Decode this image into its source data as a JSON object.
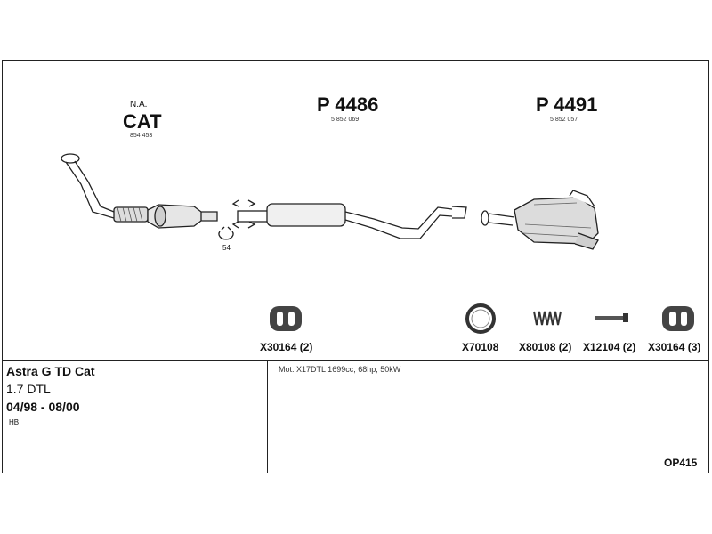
{
  "sections": [
    {
      "top": "N.A.",
      "code": "CAT",
      "number": "854 453"
    },
    {
      "code": "P 4486",
      "number": "5 852 069"
    },
    {
      "code": "P 4491",
      "number": "5 852 057"
    }
  ],
  "clamp_label": "54",
  "parts": [
    {
      "code": "X30164 (2)",
      "icon": "rubber-hanger-icon"
    },
    {
      "code": "X70108",
      "icon": "gasket-ring-icon"
    },
    {
      "code": "X80108 (2)",
      "icon": "spring-icon"
    },
    {
      "code": "X12104 (2)",
      "icon": "bolt-icon"
    },
    {
      "code": "X30164 (3)",
      "icon": "rubber-hanger-icon"
    }
  ],
  "vehicle": {
    "model": "Astra G TD Cat",
    "engine": "1.7 DTL",
    "years": "04/98 - 08/00",
    "body": "HB"
  },
  "motor": "Mot. X17DTL 1699cc, 68hp, 50kW",
  "reference": "OP415"
}
